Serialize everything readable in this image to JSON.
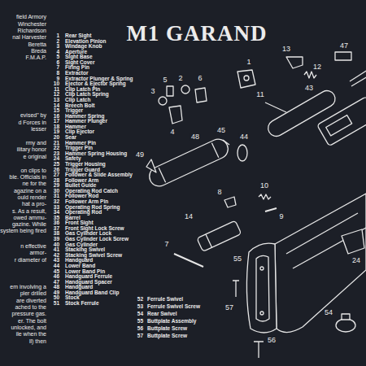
{
  "diagram": {
    "title": "M1 GARAND",
    "labels": [
      "field Armory",
      "Winchester",
      "Richardson",
      "nal Harvester",
      "Beretta",
      "Breda",
      "F.M.A.P.",
      "evised\" by",
      "d Forces in",
      "lesser",
      "rmy and",
      "ilitary honor",
      "e original",
      "on clips to",
      "ble. Officials in",
      "ne for the",
      "agazine on a",
      "ould render",
      "hat a pro-",
      "s. As a result,",
      "owed ammu-",
      "gazine. While",
      "system being fired",
      "n effective",
      "armor-",
      "r diameter of",
      "em involving a",
      "pler drilled",
      "are diverted",
      "ached to the",
      "pressure gas.",
      "er. The bolt",
      "unlocked, and",
      "ile when the",
      "ll) then",
      "1",
      "Rear Sight",
      "2",
      "Elevation Pinion",
      "3",
      "Windage Knob",
      "4",
      "Aperture",
      "5",
      "Sight Base",
      "6",
      "Sight Cover",
      "7",
      "Firing Pin",
      "8",
      "Extractor",
      "9",
      "Extractor Plunger & Spring",
      "10",
      "Ejector & Ejector Spring",
      "11",
      "Clip Latch Pin",
      "12",
      "Clip Latch Spring",
      "13",
      "Clip Latch",
      "14",
      "Breech Bolt",
      "15",
      "Trigger",
      "16",
      "Hammer Spring",
      "17",
      "Hammer Plunger",
      "18",
      "Hammer",
      "19",
      "Clip Ejector",
      "20",
      "Sear",
      "21",
      "Hammer Pin",
      "22",
      "Trigger Pin",
      "23",
      "Hammer Spring Housing",
      "24",
      "Safety",
      "25",
      "Trigger Housing",
      "26",
      "Trigger Guard",
      "27",
      "Follower & Slide Assembly",
      "28",
      "Follower Arm",
      "29",
      "Bullet Guide",
      "30",
      "Operating Rod Catch",
      "31",
      "Follower Rod",
      "32",
      "Follower Arm Pin",
      "33",
      "Operating Rod Spring",
      "34",
      "Operating Rod",
      "35",
      "Barrel",
      "36",
      "Front Sight",
      "37",
      "Front Sight Lock Screw",
      "38",
      "Gas Cylinder Lock",
      "39",
      "Gas Cylinder Lock Screw",
      "40",
      "Gas Cylinder",
      "41",
      "Stacking Swivel",
      "42",
      "Stacking Swivel Screw",
      "43",
      "Handguard",
      "44",
      "Lower Band",
      "45",
      "Lower Band Pin",
      "46",
      "Handguard Ferrule",
      "47",
      "Handguard Spacer",
      "48",
      "Handguard",
      "49",
      "Handguard Band Clip",
      "50",
      "Stock",
      "51",
      "Stock Ferrule",
      "52",
      "Ferrule Swivel",
      "53",
      "Ferrule Swivel Screw",
      "54",
      "Rear Swivel",
      "55",
      "Buttplate Assembly",
      "56",
      "Buttplate Screw",
      "57",
      "Buttplate Screw",
      "1",
      "2",
      "5",
      "6",
      "3",
      "4",
      "13",
      "12",
      "47",
      "11",
      "43",
      "45",
      "44",
      "49",
      "48",
      "8",
      "10",
      "9",
      "14",
      "7",
      "55",
      "57",
      "56",
      "54",
      "24"
    ]
  }
}
